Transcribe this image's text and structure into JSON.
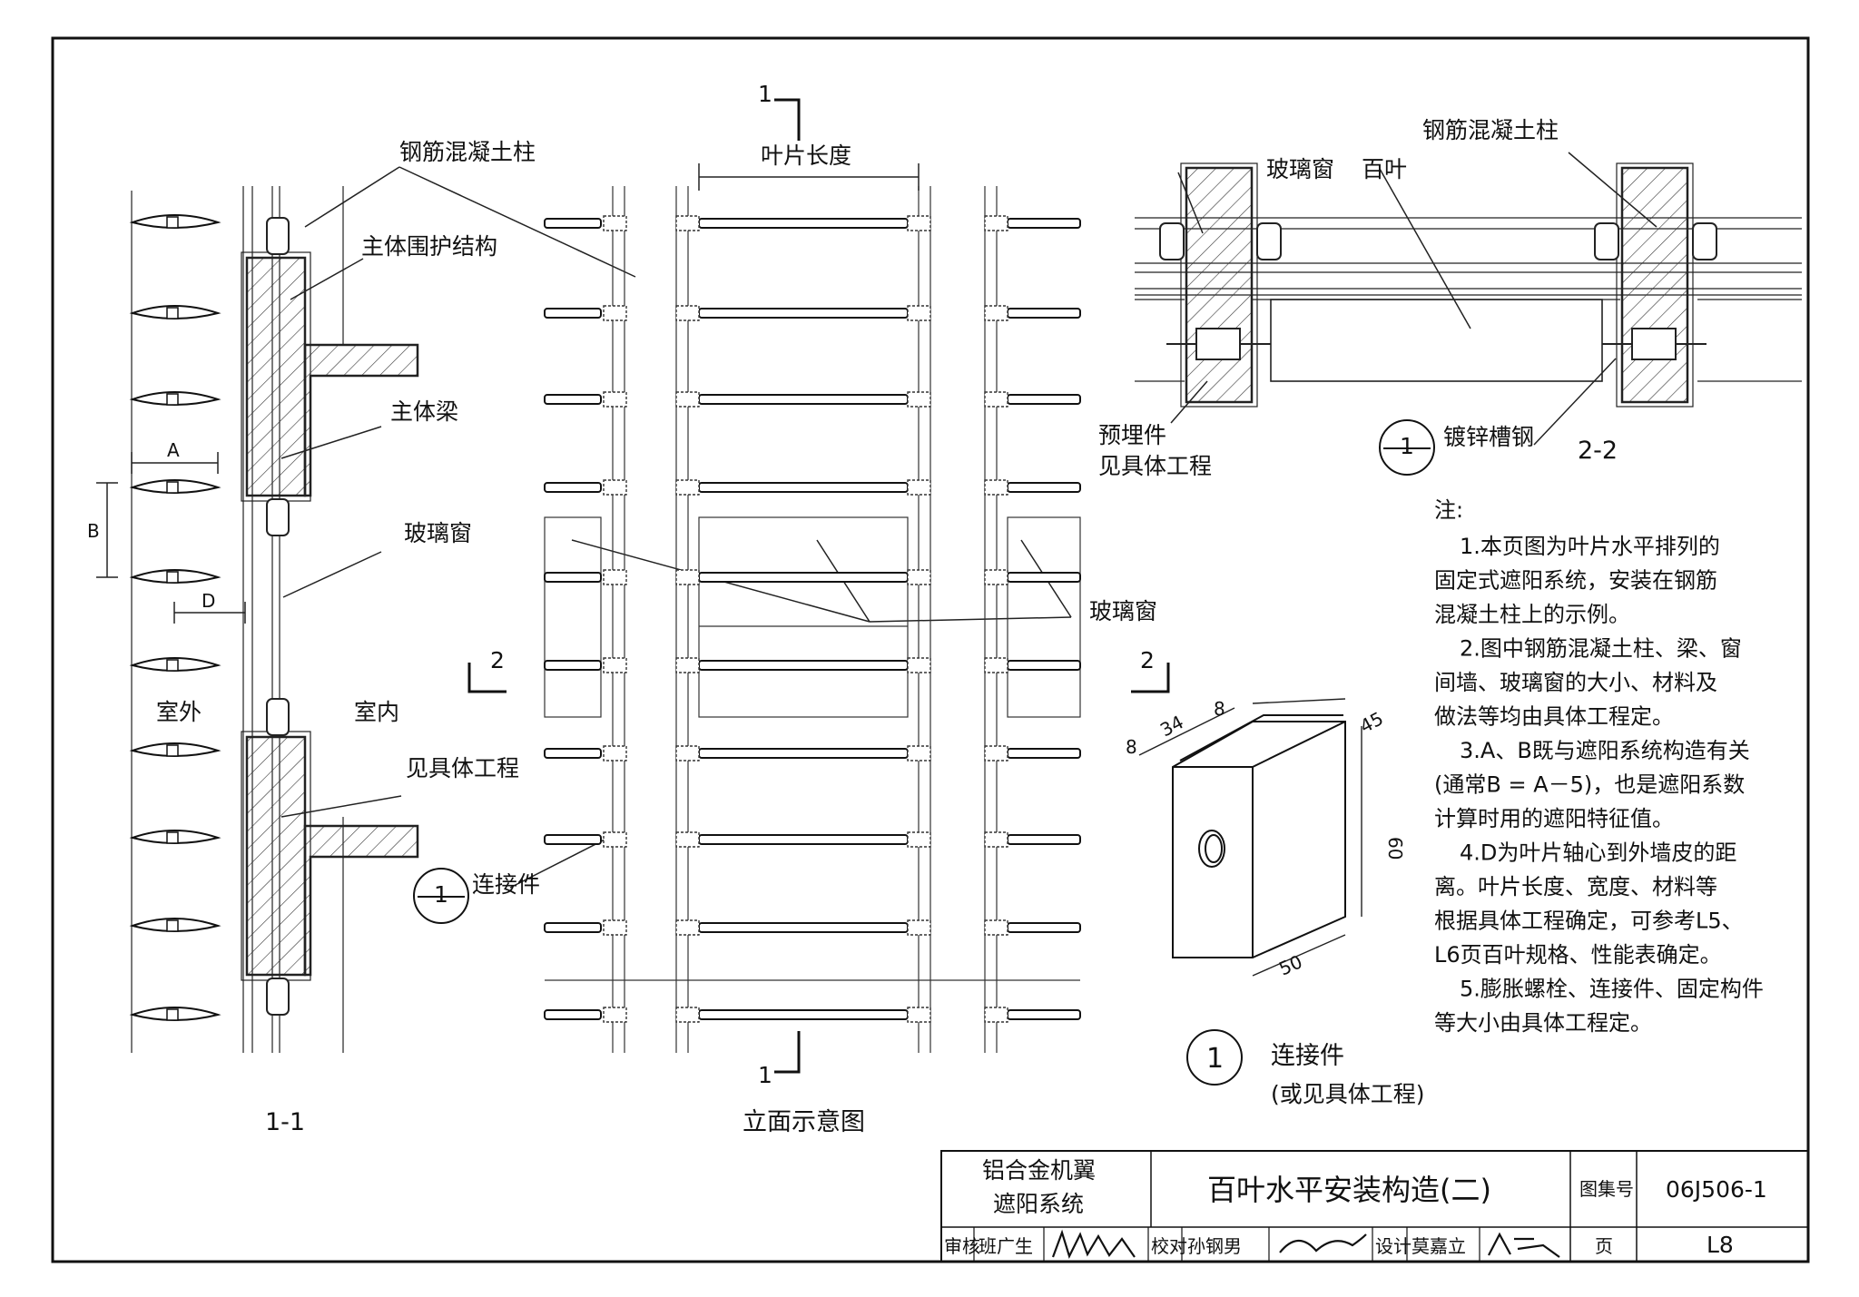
{
  "section_1_1": {
    "caption": "1-1",
    "labels": {
      "column": "钢筋混凝土柱",
      "envelope": "主体围护结构",
      "beam": "主体梁",
      "glass": "玻璃窗",
      "see_project": "见具体工程",
      "connector": "连接件",
      "outdoor": "室外",
      "indoor": "室内"
    },
    "dims": {
      "a": "A",
      "b": "B",
      "d": "D"
    },
    "callout_number": "1"
  },
  "elevation": {
    "caption": "立面示意图",
    "blade_length": "叶片长度",
    "glass": "玻璃窗",
    "cut_top": "1",
    "cut_bottom": "1",
    "cut_left": "2",
    "cut_right": "2"
  },
  "section_2_2": {
    "caption": "2-2",
    "labels": {
      "column": "钢筋混凝土柱",
      "glass": "玻璃窗",
      "louver": "百叶",
      "embedded_1": "预埋件",
      "embedded_2": "见具体工程",
      "channel": "镀锌槽钢"
    },
    "callout_number": "1"
  },
  "detail_1": {
    "number": "1",
    "title": "连接件",
    "subtitle": "(或见具体工程)",
    "dims": {
      "d34": "34",
      "d8": "8",
      "d8b": "8",
      "d45": "45",
      "d60": "60",
      "d50": "50"
    }
  },
  "notes": {
    "title": "注:",
    "lines": [
      "1.本页图为叶片水平排列的",
      "固定式遮阳系统，安装在钢筋",
      "混凝土柱上的示例。",
      "2.图中钢筋混凝土柱、梁、窗",
      "间墙、玻璃窗的大小、材料及",
      "做法等均由具体工程定。",
      "3.A、B既与遮阳系统构造有关",
      "(通常B = A－5)，也是遮阳系数",
      "计算时用的遮阳特征值。",
      "4.D为叶片轴心到外墙皮的距",
      "离。叶片长度、宽度、材料等",
      "根据具体工程确定，可参考L5、",
      "L6页百叶规格、性能表确定。",
      "5.膨胀螺栓、连接件、固定构件",
      "等大小由具体工程定。"
    ]
  },
  "title_block": {
    "system_line1": "铝合金机翼",
    "system_line2": "遮阳系统",
    "drawing_title": "百叶水平安装构造(二)",
    "atlas_label": "图集号",
    "atlas_no": "06J506-1",
    "review_label": "审核",
    "reviewer": "班广生",
    "check_label": "校对",
    "checker": "孙钢男",
    "design_label": "设计",
    "designer": "莫嘉立",
    "page_label": "页",
    "page_no": "L8"
  }
}
